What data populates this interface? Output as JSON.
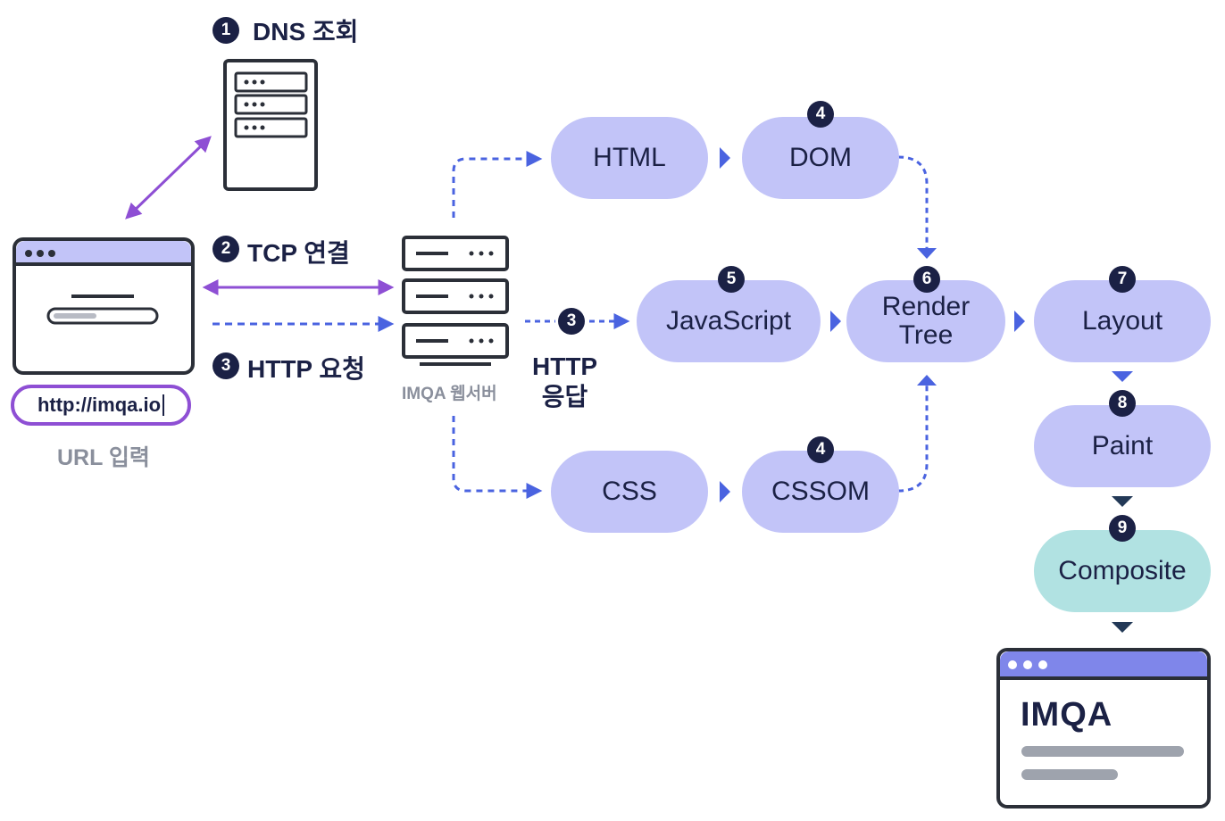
{
  "steps": {
    "dns": {
      "num": "1",
      "label": "DNS 조회"
    },
    "tcp": {
      "num": "2",
      "label": "TCP 연결"
    },
    "http_req": {
      "num": "3",
      "label": "HTTP 요청"
    },
    "http_resp": {
      "num": "3",
      "line1": "HTTP",
      "line2": "응답"
    }
  },
  "browser": {
    "url": "http://imqa.io",
    "caption": "URL 입력"
  },
  "webserver": {
    "caption": "IMQA 웹서버"
  },
  "nodes": {
    "html": {
      "label": "HTML"
    },
    "dom": {
      "num": "4",
      "label": "DOM"
    },
    "javascript": {
      "num": "5",
      "label": "JavaScript"
    },
    "render_tree": {
      "num": "6",
      "line1": "Render",
      "line2": "Tree"
    },
    "layout": {
      "num": "7",
      "label": "Layout"
    },
    "paint": {
      "num": "8",
      "label": "Paint"
    },
    "composite": {
      "num": "9",
      "label": "Composite"
    },
    "css": {
      "label": "CSS"
    },
    "cssom": {
      "num": "4",
      "label": "CSSOM"
    }
  },
  "result": {
    "logo": "IMQA"
  },
  "colors": {
    "navy": "#1b2145",
    "purple": "#8e4fd4",
    "blue_dash": "#4a63e0",
    "pill": "#c2c4f8",
    "teal": "#b1e2e2",
    "browser_bar": "#c2c4f8",
    "result_bar": "#7f86ea"
  }
}
